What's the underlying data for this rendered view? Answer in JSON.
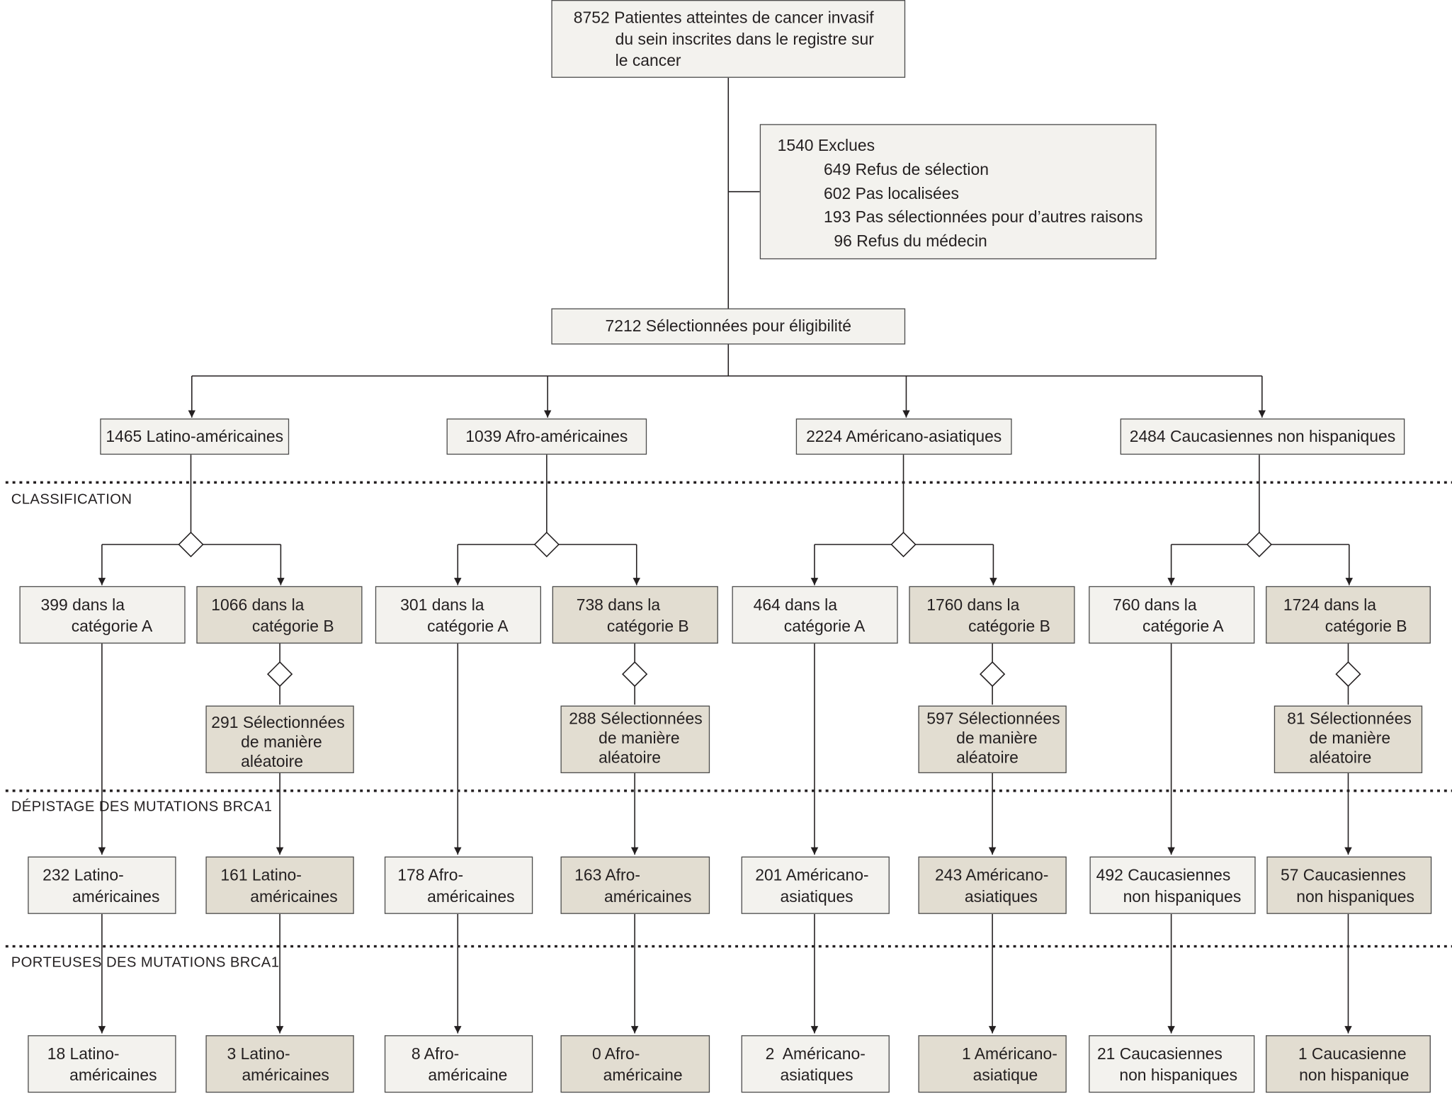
{
  "top": {
    "lines": [
      "8752 Patientes atteintes de cancer invasif",
      "du sein inscrites dans le registre sur",
      "le cancer"
    ]
  },
  "excluded": {
    "title": "1540 Exclues",
    "items": [
      "649 Refus de sélection",
      "602 Pas localisées",
      "193 Pas sélectionnées pour d’autres raisons",
      "96 Refus du médecin"
    ]
  },
  "selected": {
    "label": "7212 Sélectionnées pour éligibilité"
  },
  "groups": [
    {
      "label": "1465 Latino-américaines",
      "cat_a": [
        "399 dans la",
        "catégorie A"
      ],
      "cat_b": [
        "1066 dans la",
        "catégorie B"
      ],
      "random": [
        "291 Sélectionnées",
        "de manière",
        "aléatoire"
      ],
      "screen_a": [
        "232 Latino-",
        "américaines"
      ],
      "screen_b": [
        "161 Latino-",
        "américaines"
      ],
      "carrier_a": [
        "18 Latino-",
        "américaines"
      ],
      "carrier_b": [
        "3 Latino-",
        "américaines"
      ]
    },
    {
      "label": "1039 Afro-américaines",
      "cat_a": [
        "301 dans la",
        "catégorie A"
      ],
      "cat_b": [
        "738 dans la",
        "catégorie B"
      ],
      "random": [
        "288 Sélectionnées",
        "de manière",
        "aléatoire"
      ],
      "screen_a": [
        "178 Afro-",
        "américaines"
      ],
      "screen_b": [
        "163 Afro-",
        "américaines"
      ],
      "carrier_a": [
        "8 Afro-",
        "américaine"
      ],
      "carrier_b": [
        "0 Afro-",
        "américaine"
      ]
    },
    {
      "label": "2224 Américano-asiatiques",
      "cat_a": [
        "464 dans la",
        "catégorie A"
      ],
      "cat_b": [
        "1760 dans la",
        "catégorie B"
      ],
      "random": [
        "597 Sélectionnées",
        "de manière",
        "aléatoire"
      ],
      "screen_a": [
        "201 Américano-",
        "asiatiques"
      ],
      "screen_b": [
        "243 Américano-",
        "asiatiques"
      ],
      "carrier_a": [
        "2  Américano-",
        "asiatiques"
      ],
      "carrier_b": [
        "1 Américano-",
        "asiatique"
      ]
    },
    {
      "label": "2484 Caucasiennes non hispaniques",
      "cat_a": [
        "760 dans la",
        "catégorie A"
      ],
      "cat_b": [
        "1724 dans la",
        "catégorie B"
      ],
      "random": [
        "81 Sélectionnées",
        "de manière",
        "aléatoire"
      ],
      "screen_a": [
        "492 Caucasiennes",
        "non hispaniques"
      ],
      "screen_b": [
        "57 Caucasiennes",
        "non hispaniques"
      ],
      "carrier_a": [
        "21 Caucasiennes",
        "non hispaniques"
      ],
      "carrier_b": [
        "1 Caucasienne",
        "non hispanique"
      ]
    }
  ],
  "sections": {
    "classification": "CLASSIFICATION",
    "screening": "DÉPISTAGE DES MUTATIONS BRCA1",
    "carriers": "PORTEUSES DES MUTATIONS BRCA1"
  },
  "colors": {
    "box_light": "#f3f2ee",
    "box_dark": "#e2ddd1",
    "line": "#231f20"
  }
}
